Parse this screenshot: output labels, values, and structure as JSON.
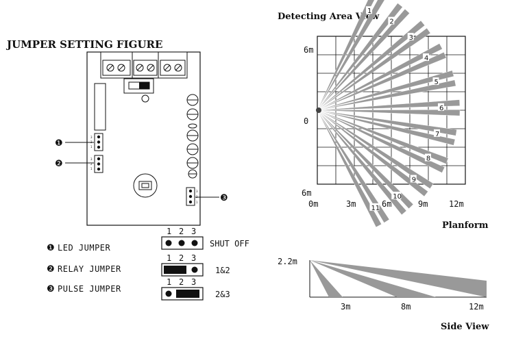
{
  "jumper_figure": {
    "title": "JUMPER SETTING FIGURE",
    "callouts": [
      "❶",
      "❷",
      "❸"
    ],
    "rows": [
      {
        "marker": "❶",
        "label": "LED JUMPER",
        "pins": [
          "1",
          "2",
          "3"
        ],
        "setting": "SHUT OFF"
      },
      {
        "marker": "❷",
        "label": "RELAY JUMPER",
        "pins": [
          "1",
          "2",
          "3"
        ],
        "setting": "1&2"
      },
      {
        "marker": "❸",
        "label": "PULSE JUMPER",
        "pins": [
          "1",
          "2",
          "3"
        ],
        "setting": "2&3"
      }
    ],
    "board_pin_labels": [
      "3",
      "2",
      "1"
    ]
  },
  "detecting_area": {
    "title": "Detecting Area View",
    "y_labels": [
      "6m",
      "0",
      "6m"
    ],
    "x_labels": [
      "0m",
      "3m",
      "6m",
      "9m",
      "12m"
    ],
    "beam_labels": [
      "1",
      "2",
      "3",
      "4",
      "5",
      "6",
      "7",
      "8",
      "9",
      "10",
      "11"
    ],
    "caption": "Planform"
  },
  "side_view": {
    "height_label": "2.2m",
    "distance_labels": [
      "3m",
      "8m",
      "12m"
    ],
    "caption": "Side View"
  },
  "colors": {
    "beam": "#999999",
    "line": "#111111",
    "board": "#ffffff"
  }
}
